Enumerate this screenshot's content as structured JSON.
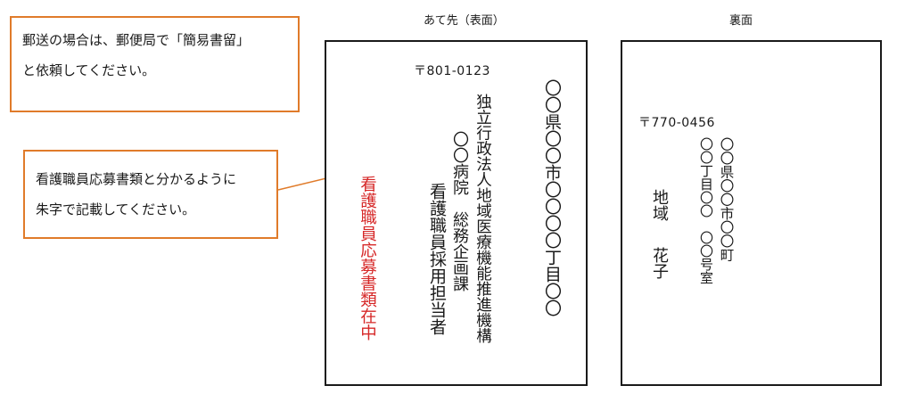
{
  "notes": {
    "mail": {
      "line1": "郵送の場合は、郵便局で「簡易書留」",
      "line2": "と依頼してください。"
    },
    "red_text": {
      "line1": "看護職員応募書類と分かるように",
      "line2": "朱字で記載してください。"
    }
  },
  "front": {
    "caption": "あて先（表面）",
    "postal_code": "〒801-0123",
    "address": "〇〇県〇〇市〇〇〇〇丁目〇〇",
    "organization": "独立行政法人地域医療機能推進機構",
    "hospital_dept": "〇〇病院　総務企画課",
    "recipient": "看護職員採用担当者",
    "enclosure_note": "看護職員応募書類在中"
  },
  "back": {
    "caption": "裏面",
    "postal_code": "〒770-0456",
    "address_line1": "〇〇県〇〇市〇〇町",
    "address_line2": "〇〇丁目〇〇　〇〇号室",
    "sender_family": "地域",
    "sender_given": "花子"
  },
  "colors": {
    "note_border": "#e07b2a",
    "red_ink": "#d62828"
  }
}
